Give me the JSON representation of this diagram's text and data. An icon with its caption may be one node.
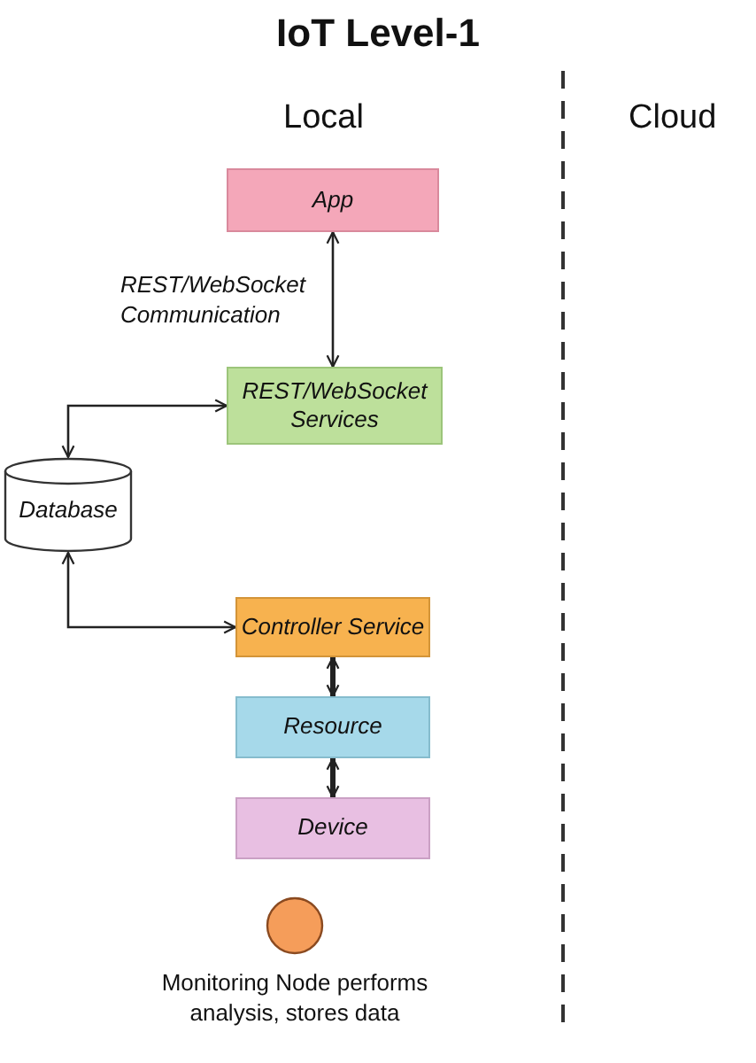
{
  "diagram": {
    "title": "IoT Level-1",
    "nodes": [
      {
        "text": [
          "App"
        ]
      },
      {
        "text": [
          "REST/WebSocket Services"
        ]
      },
      {
        "text": [
          "Database"
        ]
      },
      {
        "text": [
          "Controller Service"
        ]
      },
      {
        "text": [
          "Resource"
        ]
      },
      {
        "text": [
          "Device"
        ]
      },
      {
        "text": [],
        "shape": "circle",
        "beside": [
          "Monitoring Node performs analysis, stores data"
        ]
      }
    ],
    "edges": [
      {
        "from": 0,
        "to": 1,
        "arrow": "both",
        "label": "REST/WebSocket Communication"
      },
      {
        "from": 2,
        "to": 1,
        "arrow": "both"
      },
      {
        "from": 2,
        "to": 3,
        "arrow": "both"
      },
      {
        "from": 3,
        "to": 4,
        "arrow": "both",
        "style": "thick"
      },
      {
        "from": 4,
        "to": 5,
        "arrow": "both",
        "style": "thick"
      }
    ],
    "labels": [
      "Local",
      "Cloud"
    ]
  }
}
